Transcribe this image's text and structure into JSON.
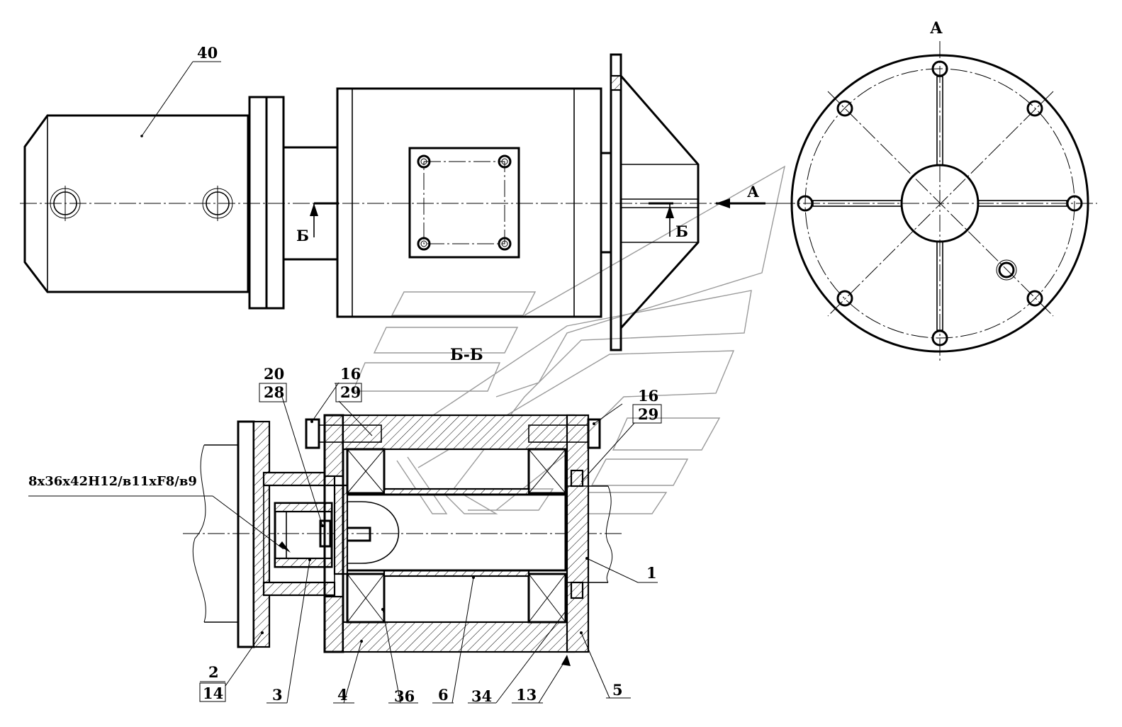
{
  "view_top": {
    "motor_label": "40",
    "view_marker": "А",
    "section_marker": "Б"
  },
  "view_a": {
    "title": "А"
  },
  "section": {
    "title": "Б-Б",
    "spline_spec": "8х36х42Н12/в11хF8/в9",
    "callouts": {
      "c20": "20",
      "c28": "28",
      "c16a": "16",
      "c29a": "29",
      "c16b": "16",
      "c29b": "29",
      "c1": "1",
      "c2": "2",
      "c14": "14",
      "c3": "3",
      "c4": "4",
      "c36": "36",
      "c6": "6",
      "c34": "34",
      "c13": "13",
      "c5": "5"
    }
  }
}
